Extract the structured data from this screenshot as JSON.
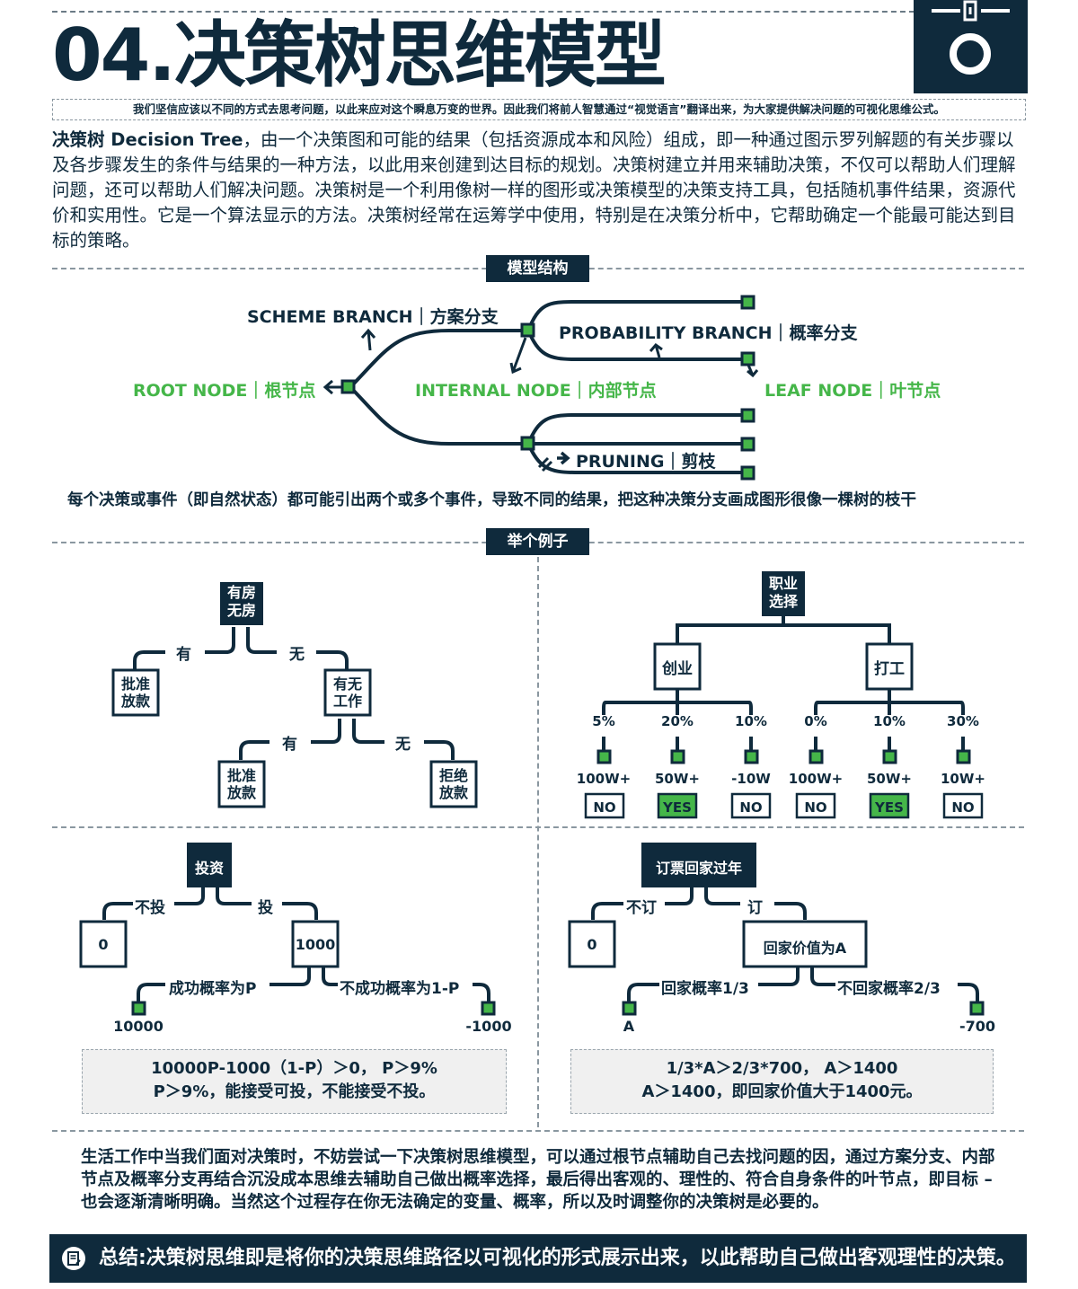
{
  "header": {
    "title": "04.决策树思维模型",
    "slogan": "我们坚信应该以不同的方式去思考问题，以此来应对这个瞬息万变的世界。因此我们将前人智慧通过“视觉语言”翻译出来，为大家提供解决问题的可视化思维公式。"
  },
  "intro": {
    "bold": "决策树 Decision Tree",
    "text": "，由一个决策图和可能的结果（包括资源成本和风险）组成，即一种通过图示罗列解题的有关步骤以及各步骤发生的条件与结果的一种方法，以此用来创建到达目标的规划。决策树建立并用来辅助决策，不仅可以帮助人们理解问题，还可以帮助人们解决问题。决策树是一个利用像树一样的图形或决策模型的决策支持工具，包括随机事件结果，资源代价和实用性。它是一个算法显示的方法。决策树经常在运筹学中使用，特别是在决策分析中，它帮助确定一个能最可能达到目标的策略。"
  },
  "structure": {
    "tag": "模型结构",
    "scheme_branch": "SCHEME BRANCH｜方案分支",
    "probability_branch": "PROBABILITY BRANCH｜概率分支",
    "root_node": "ROOT NODE｜根节点",
    "internal_node": "INTERNAL NODE｜内部节点",
    "leaf_node": "LEAF NODE｜叶节点",
    "pruning": "PRUNING｜剪枝",
    "caption": "每个决策或事件（即自然状态）都可能引出两个或多个事件，导致不同的结果，把这种决策分支画成图形很像一棵树的枝干"
  },
  "examples": {
    "tag": "举个例子",
    "ex1": {
      "root": [
        "有房",
        "无房"
      ],
      "left_edge": "有",
      "right_edge": "无",
      "left_leaf": [
        "批准",
        "放款"
      ],
      "mid": [
        "有无",
        "工作"
      ],
      "mid_left_edge": "有",
      "mid_right_edge": "无",
      "mid_left_leaf": [
        "批准",
        "放款"
      ],
      "mid_right_leaf": [
        "拒绝",
        "放款"
      ]
    },
    "ex2": {
      "root": [
        "职业",
        "选择"
      ],
      "left": "创业",
      "right": "打工",
      "probs": [
        "5%",
        "20%",
        "10%",
        "0%",
        "10%",
        "30%"
      ],
      "values": [
        "100W+",
        "50W+",
        "-10W",
        "100W+",
        "50W+",
        "10W+"
      ],
      "results": [
        "NO",
        "YES",
        "NO",
        "NO",
        "YES",
        "NO"
      ]
    },
    "ex3": {
      "root": "投资",
      "left_edge": "不投",
      "right_edge": "投",
      "left_node": "0",
      "right_node": "1000",
      "sub_left_edge": "成功概率为P",
      "sub_right_edge": "不成功概率为1-P",
      "sub_left_value": "10000",
      "sub_right_value": "-1000",
      "formula_line1": "10000P-1000（1-P）＞0， P＞9%",
      "formula_line2": "P＞9%，能接受可投，不能接受不投。"
    },
    "ex4": {
      "root": "订票回家过年",
      "left_edge": "不订",
      "right_edge": "订",
      "left_node": "0",
      "right_node": "回家价值为A",
      "sub_left_edge": "回家概率1/3",
      "sub_right_edge": "不回家概率2/3",
      "sub_left_value": "A",
      "sub_right_value": "-700",
      "formula_line1": "1/3*A＞2/3*700， A＞1400",
      "formula_line2": "A＞1400，即回家价值大于1400元。"
    }
  },
  "conclusion": "生活工作中当我们面对决策时，不妨尝试一下决策树思维模型，可以通过根节点辅助自己去找问题的因，通过方案分支、内部节点及概率分支再结合沉没成本思维去辅助自己做出概率选择，最后得出客观的、理性的、符合自身条件的叶节点，即目标 – 也会逐渐清晰明确。当然这个过程存在你无法确定的变量、概率，所以及时调整你的决策树是必要的。",
  "summary": "总结:决策树思维即是将你的决策思维路径以可视化的形式展示出来，以此帮助自己做出客观理性的决策。",
  "colors": {
    "navy": "#0f2a3c",
    "green": "#45b649"
  }
}
